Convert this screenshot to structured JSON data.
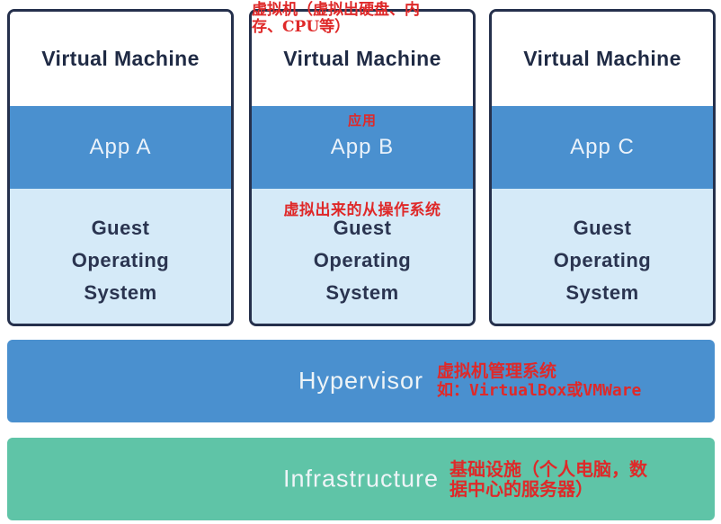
{
  "diagram": {
    "title_context": "Virtual machine architecture",
    "columns": [
      {
        "title": "Virtual Machine",
        "app_label": "App A",
        "guest": {
          "line1": "Guest",
          "line2": "Operating",
          "line3": "System"
        }
      },
      {
        "title": "Virtual Machine",
        "app_label": "App B",
        "guest": {
          "line1": "Guest",
          "line2": "Operating",
          "line3": "System"
        },
        "notes": {
          "top_line1": "虚拟机（虚拟出硬盘、内",
          "top_line2": "存、CPU等）",
          "app": "应用",
          "guest": "虚拟出来的从操作系统"
        }
      },
      {
        "title": "Virtual Machine",
        "app_label": "App C",
        "guest": {
          "line1": "Guest",
          "line2": "Operating",
          "line3": "System"
        }
      }
    ],
    "hypervisor": {
      "label": "Hypervisor",
      "note_line1": "虚拟机管理系统",
      "note_line2": "如：VirtualBox或VMWare"
    },
    "infrastructure": {
      "label": "Infrastructure",
      "note_line1": "基础设施（个人电脑，数",
      "note_line2": "据中心的服务器）"
    },
    "colors": {
      "app_blue": "#4a90cf",
      "guest_light_blue": "#d5eaf8",
      "hypervisor_blue": "#4a90cf",
      "infrastructure_teal": "#5fc4a7",
      "border_navy": "#25304c",
      "title_navy": "#1f2a44",
      "annotation_red": "#df2929"
    }
  }
}
